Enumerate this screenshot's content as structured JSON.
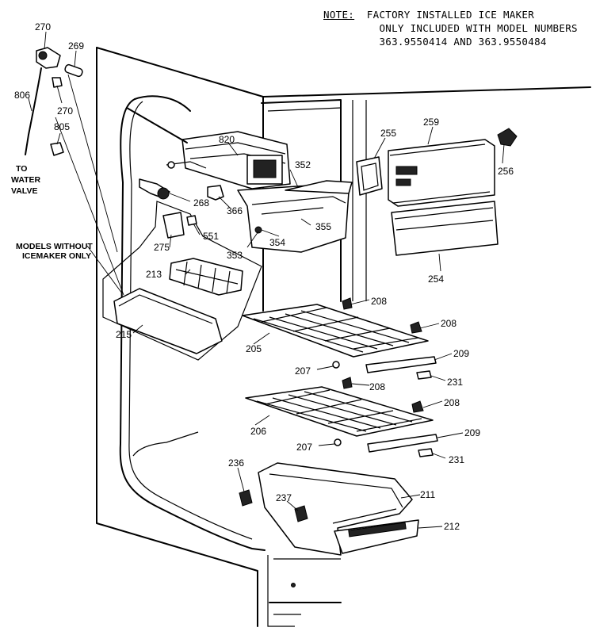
{
  "note": {
    "prefix": "NOTE:",
    "line1": "FACTORY INSTALLED ICE MAKER",
    "line2": "ONLY INCLUDED WITH MODEL NUMBERS",
    "line3": "363.9550414 AND 363.9550484"
  },
  "callouts": {
    "p270a": "270",
    "p269": "269",
    "p806": "806",
    "p270b": "270",
    "p805": "805",
    "to_water_valve_1": "TO",
    "to_water_valve_2": "WATER",
    "to_water_valve_3": "VALVE",
    "p820": "820",
    "p352": "352",
    "p255": "255",
    "p259": "259",
    "p256": "256",
    "p268": "268",
    "p366": "366",
    "p355": "355",
    "p354": "354",
    "p353": "353",
    "p275": "275",
    "p551": "551",
    "p254": "254",
    "models_without_1": "MODELS WITHOUT",
    "models_without_2": "ICEMAKER ONLY",
    "p213": "213",
    "p215": "215",
    "p208a": "208",
    "p208b": "208",
    "p205": "205",
    "p209a": "209",
    "p207a": "207",
    "p208c": "208",
    "p231a": "231",
    "p208d": "208",
    "p206": "206",
    "p207b": "207",
    "p209b": "209",
    "p231b": "231",
    "p236": "236",
    "p211": "211",
    "p237": "237",
    "p212": "212"
  }
}
